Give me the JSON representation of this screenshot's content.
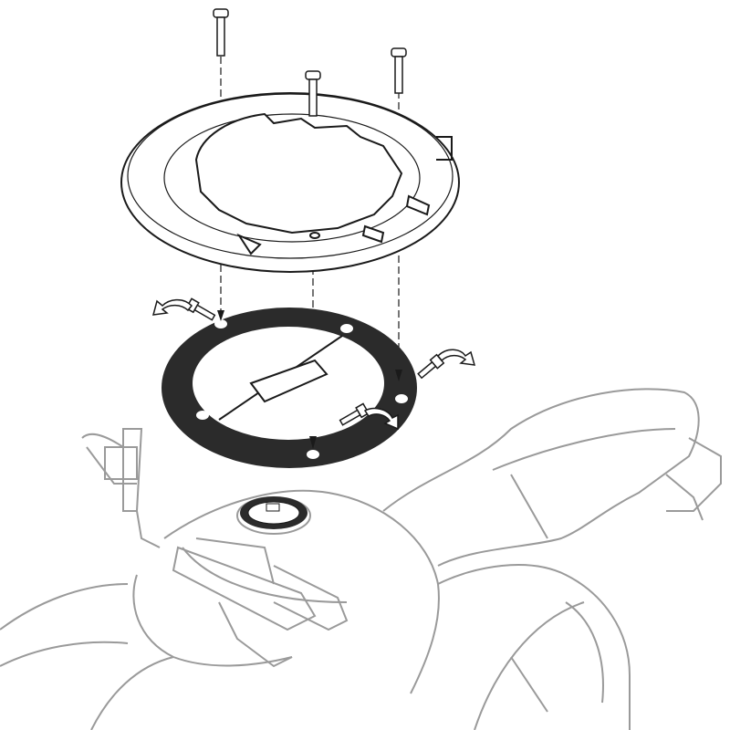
{
  "diagram": {
    "type": "exploded-assembly-illustration",
    "colors": {
      "line": "#1a1a1a",
      "gasket": "#2b2b2b",
      "motorcycle": "#9a9a9a",
      "background": "#ffffff"
    },
    "parts": [
      "screw",
      "tank-ring-flange",
      "gasket-plate",
      "fuel-cap",
      "motorcycle"
    ]
  }
}
